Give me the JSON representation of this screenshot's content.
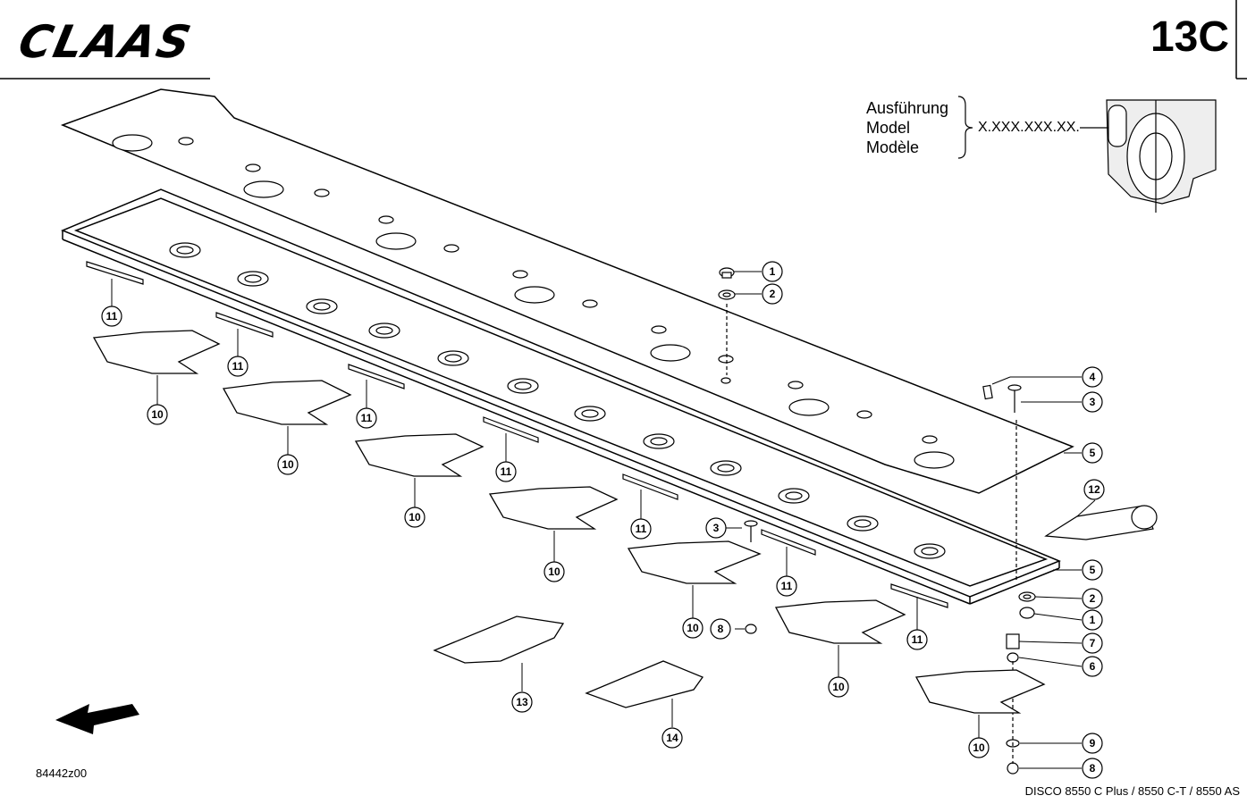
{
  "header": {
    "brand": "CLAAS",
    "page": "13C"
  },
  "version_box": {
    "labels": [
      "Ausführung",
      "Model",
      "Modèle"
    ],
    "code": "X.XXX.XXX.XX."
  },
  "figure_id": "84442z00",
  "model_line": "DISCO 8550 C Plus / 8550 C-T / 8550 AS",
  "callouts": {
    "c1_top": "1",
    "c2_top": "2",
    "c4": "4",
    "c3_right": "3",
    "c5_top": "5",
    "c12": "12",
    "c5_low": "5",
    "c2_low": "2",
    "c1_low": "1",
    "c7": "7",
    "c6": "6",
    "c9": "9",
    "c8_low": "8",
    "c8_mid": "8",
    "c3_mid": "3",
    "c13": "13",
    "c14": "14",
    "c11_a": "11",
    "c11_b": "11",
    "c11_c": "11",
    "c11_d": "11",
    "c11_e": "11",
    "c11_f": "11",
    "c11_g": "11",
    "c10_a": "10",
    "c10_b": "10",
    "c10_c": "10",
    "c10_d": "10",
    "c10_e": "10",
    "c10_f": "10",
    "c10_g": "10"
  }
}
